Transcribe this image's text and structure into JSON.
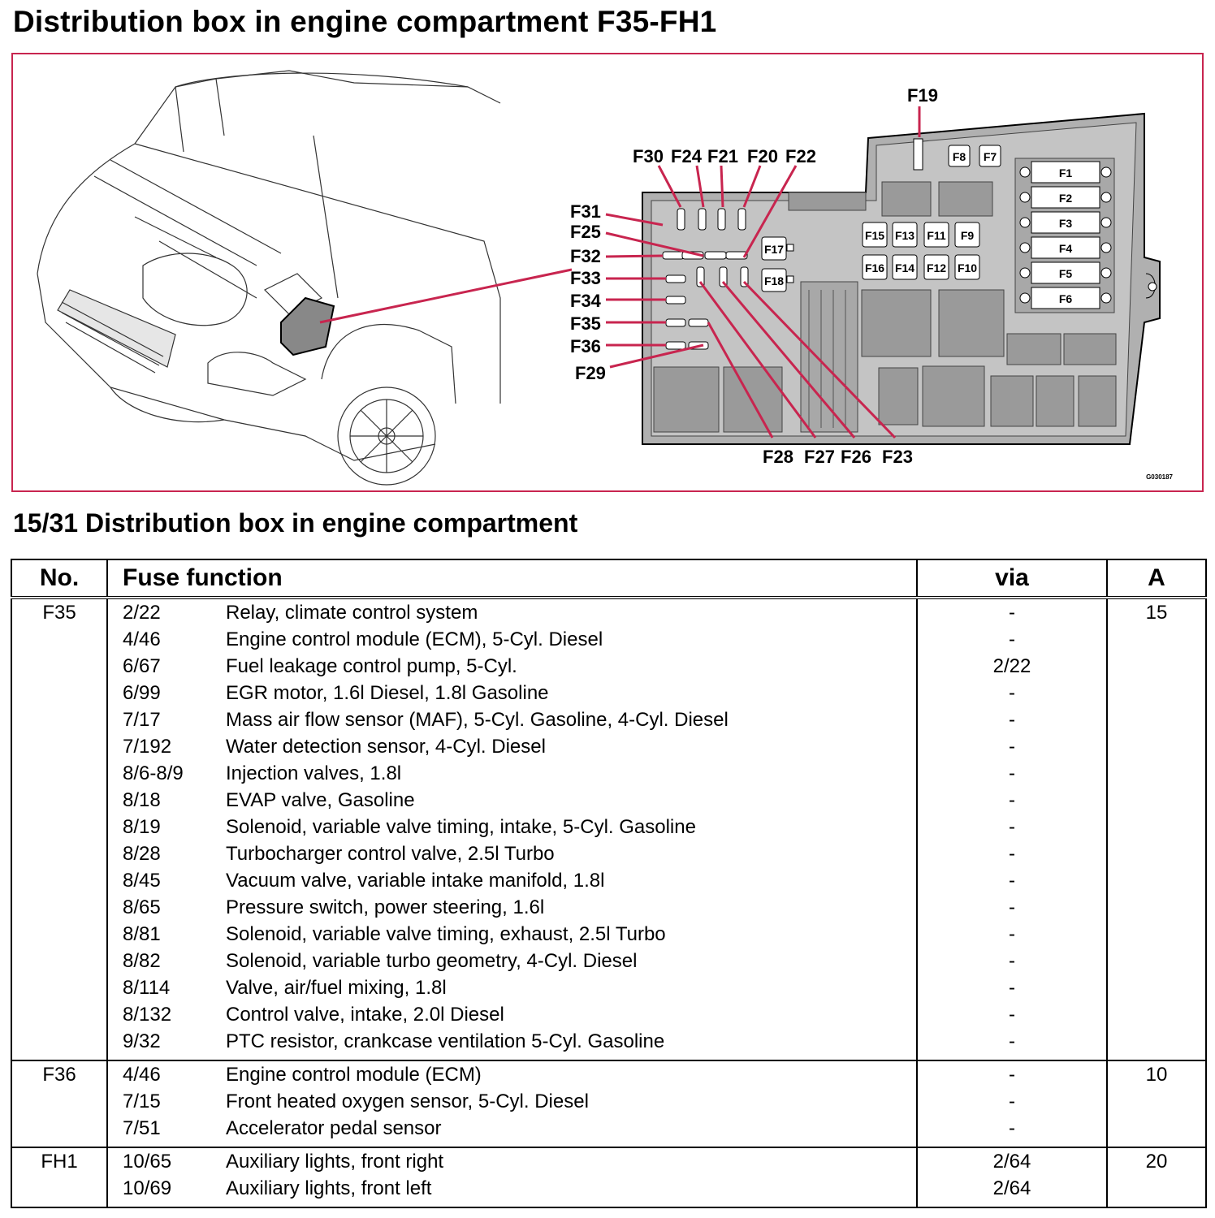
{
  "page_title": "Distribution box in engine compartment F35-FH1",
  "figure": {
    "code": "G030187",
    "labels_top": [
      "F30",
      "F24",
      "F21",
      "F20",
      "F22"
    ],
    "label_f19": "F19",
    "labels_left": [
      "F31",
      "F25",
      "F32",
      "F33",
      "F34",
      "F35",
      "F36",
      "F29"
    ],
    "labels_bottom": [
      "F28",
      "F27",
      "F26",
      "F23"
    ],
    "box_fuses_small": [
      "F8",
      "F7"
    ],
    "box_fuses_midrow1": [
      "F15",
      "F13",
      "F11",
      "F9"
    ],
    "box_fuses_midrow2": [
      "F16",
      "F14",
      "F12",
      "F10"
    ],
    "box_fuses_side": [
      "F17",
      "F18"
    ],
    "box_fuses_large": [
      "F1",
      "F2",
      "F3",
      "F4",
      "F5",
      "F6"
    ],
    "accent_color": "#c8254f"
  },
  "section_title": "15/31 Distribution box in engine compartment",
  "table": {
    "headers": {
      "no": "No.",
      "function": "Fuse function",
      "via": "via",
      "a": "A"
    },
    "groups": [
      {
        "no": "F35",
        "amp": "15",
        "rows": [
          {
            "code": "2/22",
            "desc": "Relay, climate control system",
            "via": "-"
          },
          {
            "code": "4/46",
            "desc": "Engine control module (ECM), 5-Cyl. Diesel",
            "via": "-"
          },
          {
            "code": "6/67",
            "desc": "Fuel leakage control pump, 5-Cyl.",
            "via": "2/22"
          },
          {
            "code": "6/99",
            "desc": "EGR motor, 1.6l Diesel, 1.8l Gasoline",
            "via": "-"
          },
          {
            "code": "7/17",
            "desc": "Mass air flow sensor (MAF), 5-Cyl. Gasoline, 4-Cyl. Diesel",
            "via": "-"
          },
          {
            "code": "7/192",
            "desc": "Water detection sensor, 4-Cyl. Diesel",
            "via": "-"
          },
          {
            "code": "8/6-8/9",
            "desc": "Injection valves, 1.8l",
            "via": "-"
          },
          {
            "code": "8/18",
            "desc": "EVAP valve, Gasoline",
            "via": "-"
          },
          {
            "code": "8/19",
            "desc": "Solenoid, variable valve timing, intake, 5-Cyl. Gasoline",
            "via": "-"
          },
          {
            "code": "8/28",
            "desc": "Turbocharger control valve, 2.5l Turbo",
            "via": "-"
          },
          {
            "code": "8/45",
            "desc": "Vacuum valve, variable intake manifold, 1.8l",
            "via": "-"
          },
          {
            "code": "8/65",
            "desc": "Pressure switch, power steering, 1.6l",
            "via": "-"
          },
          {
            "code": "8/81",
            "desc": "Solenoid, variable valve timing, exhaust, 2.5l Turbo",
            "via": "-"
          },
          {
            "code": "8/82",
            "desc": "Solenoid, variable turbo geometry, 4-Cyl. Diesel",
            "via": "-"
          },
          {
            "code": "8/114",
            "desc": "Valve, air/fuel mixing, 1.8l",
            "via": "-"
          },
          {
            "code": "8/132",
            "desc": "Control valve, intake, 2.0l Diesel",
            "via": "-"
          },
          {
            "code": "9/32",
            "desc": "PTC resistor, crankcase ventilation 5-Cyl. Gasoline",
            "via": "-"
          }
        ]
      },
      {
        "no": "F36",
        "amp": "10",
        "rows": [
          {
            "code": "4/46",
            "desc": "Engine control module (ECM)",
            "via": "-"
          },
          {
            "code": "7/15",
            "desc": "Front heated oxygen sensor, 5-Cyl. Diesel",
            "via": "-"
          },
          {
            "code": "7/51",
            "desc": "Accelerator pedal sensor",
            "via": "-"
          }
        ]
      },
      {
        "no": "FH1",
        "amp": "20",
        "rows": [
          {
            "code": "10/65",
            "desc": "Auxiliary lights, front right",
            "via": "2/64"
          },
          {
            "code": "10/69",
            "desc": "Auxiliary lights, front left",
            "via": "2/64"
          }
        ]
      }
    ]
  }
}
